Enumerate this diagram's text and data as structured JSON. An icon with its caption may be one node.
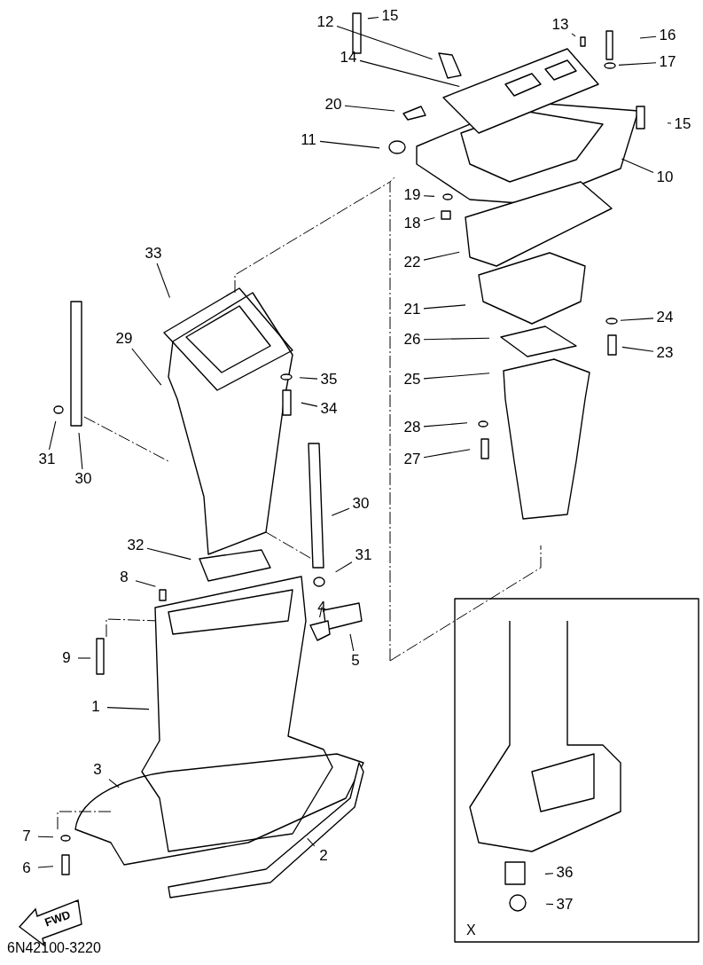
{
  "diagram": {
    "nodes": [
      {
        "text": [
          "15"
        ]
      },
      {
        "text": [
          "12"
        ]
      },
      {
        "text": [
          "13"
        ]
      },
      {
        "text": [
          "16"
        ]
      },
      {
        "text": [
          "14"
        ]
      },
      {
        "text": [
          "17"
        ]
      },
      {
        "text": [
          "20"
        ]
      },
      {
        "text": [
          "15"
        ]
      },
      {
        "text": [
          "11"
        ]
      },
      {
        "text": [
          "10"
        ]
      },
      {
        "text": [
          "19"
        ]
      },
      {
        "text": [
          "18"
        ]
      },
      {
        "text": [
          "33"
        ]
      },
      {
        "text": [
          "22"
        ]
      },
      {
        "text": [
          "21"
        ]
      },
      {
        "text": [
          "24"
        ]
      },
      {
        "text": [
          "29"
        ]
      },
      {
        "text": [
          "26"
        ]
      },
      {
        "text": [
          "23"
        ]
      },
      {
        "text": [
          "35"
        ]
      },
      {
        "text": [
          "25"
        ]
      },
      {
        "text": [
          "34"
        ]
      },
      {
        "text": [
          "28"
        ]
      },
      {
        "text": [
          "31"
        ]
      },
      {
        "text": [
          "27"
        ]
      },
      {
        "text": [
          "30"
        ]
      },
      {
        "text": [
          "30"
        ]
      },
      {
        "text": [
          "32"
        ]
      },
      {
        "text": [
          "31"
        ]
      },
      {
        "text": [
          "8"
        ]
      },
      {
        "text": [
          "4"
        ]
      },
      {
        "text": [
          "9"
        ]
      },
      {
        "text": [
          "5"
        ]
      },
      {
        "text": [
          "1"
        ]
      },
      {
        "text": [
          "3"
        ]
      },
      {
        "text": [
          "7"
        ]
      },
      {
        "text": [
          "2"
        ]
      },
      {
        "text": [
          "6"
        ]
      },
      {
        "text": [
          "36"
        ]
      },
      {
        "text": [
          "37"
        ]
      }
    ],
    "edges": [
      {
        "from": 0,
        "to": null,
        "arrow": "none"
      },
      {
        "from": 1,
        "to": null,
        "arrow": "none"
      },
      {
        "from": 2,
        "to": null,
        "arrow": "none"
      },
      {
        "from": 3,
        "to": null,
        "arrow": "none"
      },
      {
        "from": 4,
        "to": null,
        "arrow": "none"
      },
      {
        "from": 5,
        "to": null,
        "arrow": "none"
      },
      {
        "from": 6,
        "to": null,
        "arrow": "none"
      },
      {
        "from": 7,
        "to": null,
        "arrow": "none"
      },
      {
        "from": 8,
        "to": null,
        "arrow": "none"
      },
      {
        "from": 9,
        "to": null,
        "arrow": "none"
      },
      {
        "from": 10,
        "to": null,
        "arrow": "none"
      },
      {
        "from": 11,
        "to": null,
        "arrow": "none"
      },
      {
        "from": 12,
        "to": null,
        "arrow": "none"
      },
      {
        "from": 13,
        "to": null,
        "arrow": "none"
      },
      {
        "from": 14,
        "to": null,
        "arrow": "none"
      },
      {
        "from": 15,
        "to": null,
        "arrow": "none"
      },
      {
        "from": 16,
        "to": null,
        "arrow": "none"
      },
      {
        "from": 17,
        "to": null,
        "arrow": "none"
      },
      {
        "from": 18,
        "to": null,
        "arrow": "none"
      },
      {
        "from": 19,
        "to": null,
        "arrow": "none"
      },
      {
        "from": 20,
        "to": null,
        "arrow": "none"
      },
      {
        "from": 21,
        "to": null,
        "arrow": "none"
      },
      {
        "from": 22,
        "to": null,
        "arrow": "none"
      },
      {
        "from": 23,
        "to": null,
        "arrow": "none"
      },
      {
        "from": 24,
        "to": null,
        "arrow": "none"
      },
      {
        "from": 25,
        "to": null,
        "arrow": "none"
      },
      {
        "from": 26,
        "to": null,
        "arrow": "none"
      },
      {
        "from": 27,
        "to": null,
        "arrow": "none"
      },
      {
        "from": 28,
        "to": null,
        "arrow": "none"
      },
      {
        "from": 29,
        "to": null,
        "arrow": "none"
      },
      {
        "from": 30,
        "to": null,
        "arrow": "none"
      },
      {
        "from": 31,
        "to": null,
        "arrow": "none"
      },
      {
        "from": 32,
        "to": null,
        "arrow": "none"
      },
      {
        "from": 33,
        "to": null,
        "arrow": "none"
      },
      {
        "from": 34,
        "to": null,
        "arrow": "none"
      },
      {
        "from": 35,
        "to": null,
        "arrow": "none"
      },
      {
        "from": 36,
        "to": null,
        "arrow": "none"
      },
      {
        "from": 37,
        "to": null,
        "arrow": "none"
      },
      {
        "from": 38,
        "to": null,
        "arrow": "none"
      },
      {
        "from": 39,
        "to": null,
        "arrow": "none"
      }
    ],
    "labels": [
      "FWD",
      "X",
      "6N42100-3220"
    ]
  }
}
